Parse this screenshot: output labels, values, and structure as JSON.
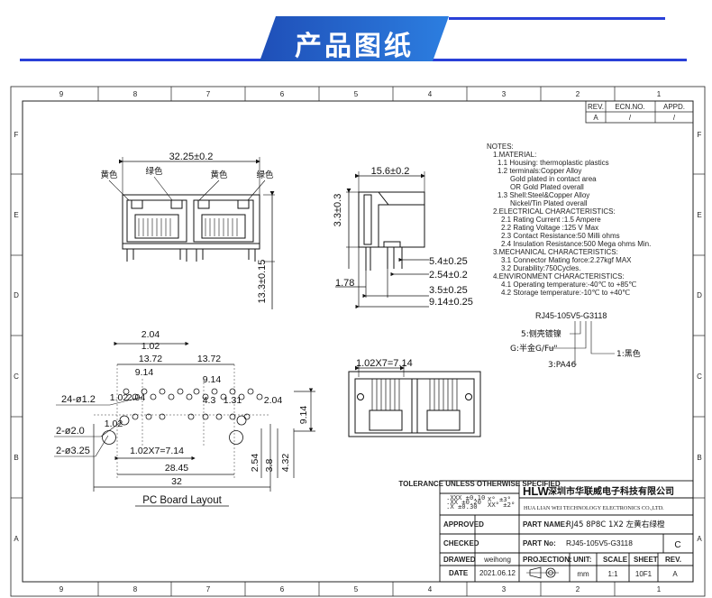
{
  "banner": {
    "title": "产品图纸"
  },
  "grid": {
    "top_numbers": [
      "9",
      "8",
      "7",
      "6",
      "5",
      "4",
      "3",
      "2",
      "1"
    ],
    "side_letters": [
      "F",
      "E",
      "D",
      "C",
      "B",
      "A"
    ]
  },
  "revision_table": {
    "headers": [
      "REV.",
      "ECN.NO.",
      "APPD."
    ],
    "row": [
      "A",
      "/",
      "/"
    ]
  },
  "notes": [
    "NOTES:",
    "1.MATERIAL:",
    "1.1 Housing: thermoplastic plastics",
    "1.2 terminals:Copper Alloy",
    "Gold plated in contact area",
    "OR Gold  Plated overall",
    "1.3 Shell:Steel&Copper Alloy",
    "Nickel/Tin Plated overall",
    "2.ELECTRICAL CHARACTERISTICS:",
    "2.1 Rating Current :1.5 Ampere",
    "2.2 Rating Voltage :125 V Max",
    "2.3 Contact Resistance:50 Milli ohms",
    "2.4 Insulation Resistance:500 Mega ohms Min.",
    "3.MECHANICAL CHARACTERISTICS:",
    "3.1 Connector Mating force:2.27kgf MAX",
    "3.2 Durability:750Cycles.",
    "4.ENVIRONMENT CHARACTERISTICS:",
    "4.1 Operating temperature:-40℃ to +85℃",
    "4.2 Storage temperature:-10℃ to +40℃"
  ],
  "part_code": {
    "code": "RJ45-105V5-G3118",
    "callout_5": "5:侧壳镀镍",
    "callout_g": "G:半金G/Fu\"",
    "callout_3": "3:PA46",
    "callout_1": "1:黑色"
  },
  "front_view": {
    "width": "32.25±0.2",
    "height": "13.3±0.15",
    "led_labels": [
      "黄色",
      "绿色",
      "黄色",
      "绿色"
    ]
  },
  "side_view": {
    "width": "15.6±0.2",
    "height": "3.3±0.3",
    "dim_a": "5.4±0.25",
    "dim_b": "2.54±0.2",
    "dim_c": "1.78",
    "dim_d": "3.5±0.25",
    "dim_e": "9.14±0.25"
  },
  "bottom_view": {
    "pitch": "1.02X7=7.14"
  },
  "pcb_layout": {
    "title": "PC Board Layout",
    "dims": [
      "2.04",
      "1.02",
      "13.72",
      "13.72",
      "9.14",
      "9.14",
      "2.04",
      "1.02",
      "4.3",
      "1.31",
      "2.04",
      "1.02",
      "1.02X7=7.14",
      "28.45",
      "32",
      "2.54",
      "3.8",
      "4.32",
      "9.14"
    ],
    "holes": [
      "24-ø1.2",
      "2-ø2.0",
      "2-ø3.25"
    ]
  },
  "title_block": {
    "tolerance_title": "TOLERANCE UNLESS OTHERWISE SPECIFIED",
    "tolerances": [
      ".XXX ±0.10",
      ".XX ±0.20",
      ".X ±0.30",
      "X° ±3°",
      "XX° ±2°"
    ],
    "logo": "HLW",
    "company_cn": "深圳市华联威电子科技有限公司",
    "company_en": "HUA LIAN WEI TECHNOLOGY ELECTRONICS CO.,LTD.",
    "labels": {
      "approved": "APPROVED",
      "checked": "CHECKED",
      "drawed": "DRAWED",
      "date": "DATE",
      "part_name": "PART NAME:",
      "part_no": "PART No:",
      "projection": "PROJECTION:",
      "unit": "UNIT:",
      "scale": "SCALE",
      "sheet": "SHEET",
      "rev": "REV."
    },
    "values": {
      "part_name": "RJ45 8P8C 1X2 左黄右绿橙",
      "part_no": "RJ45-105V5-G3118",
      "rev_letter": "C",
      "drawer": "weihong",
      "date": "2021.06.12",
      "unit": "mm",
      "scale": "1:1",
      "sheet": "10F1",
      "rev": "A"
    }
  }
}
